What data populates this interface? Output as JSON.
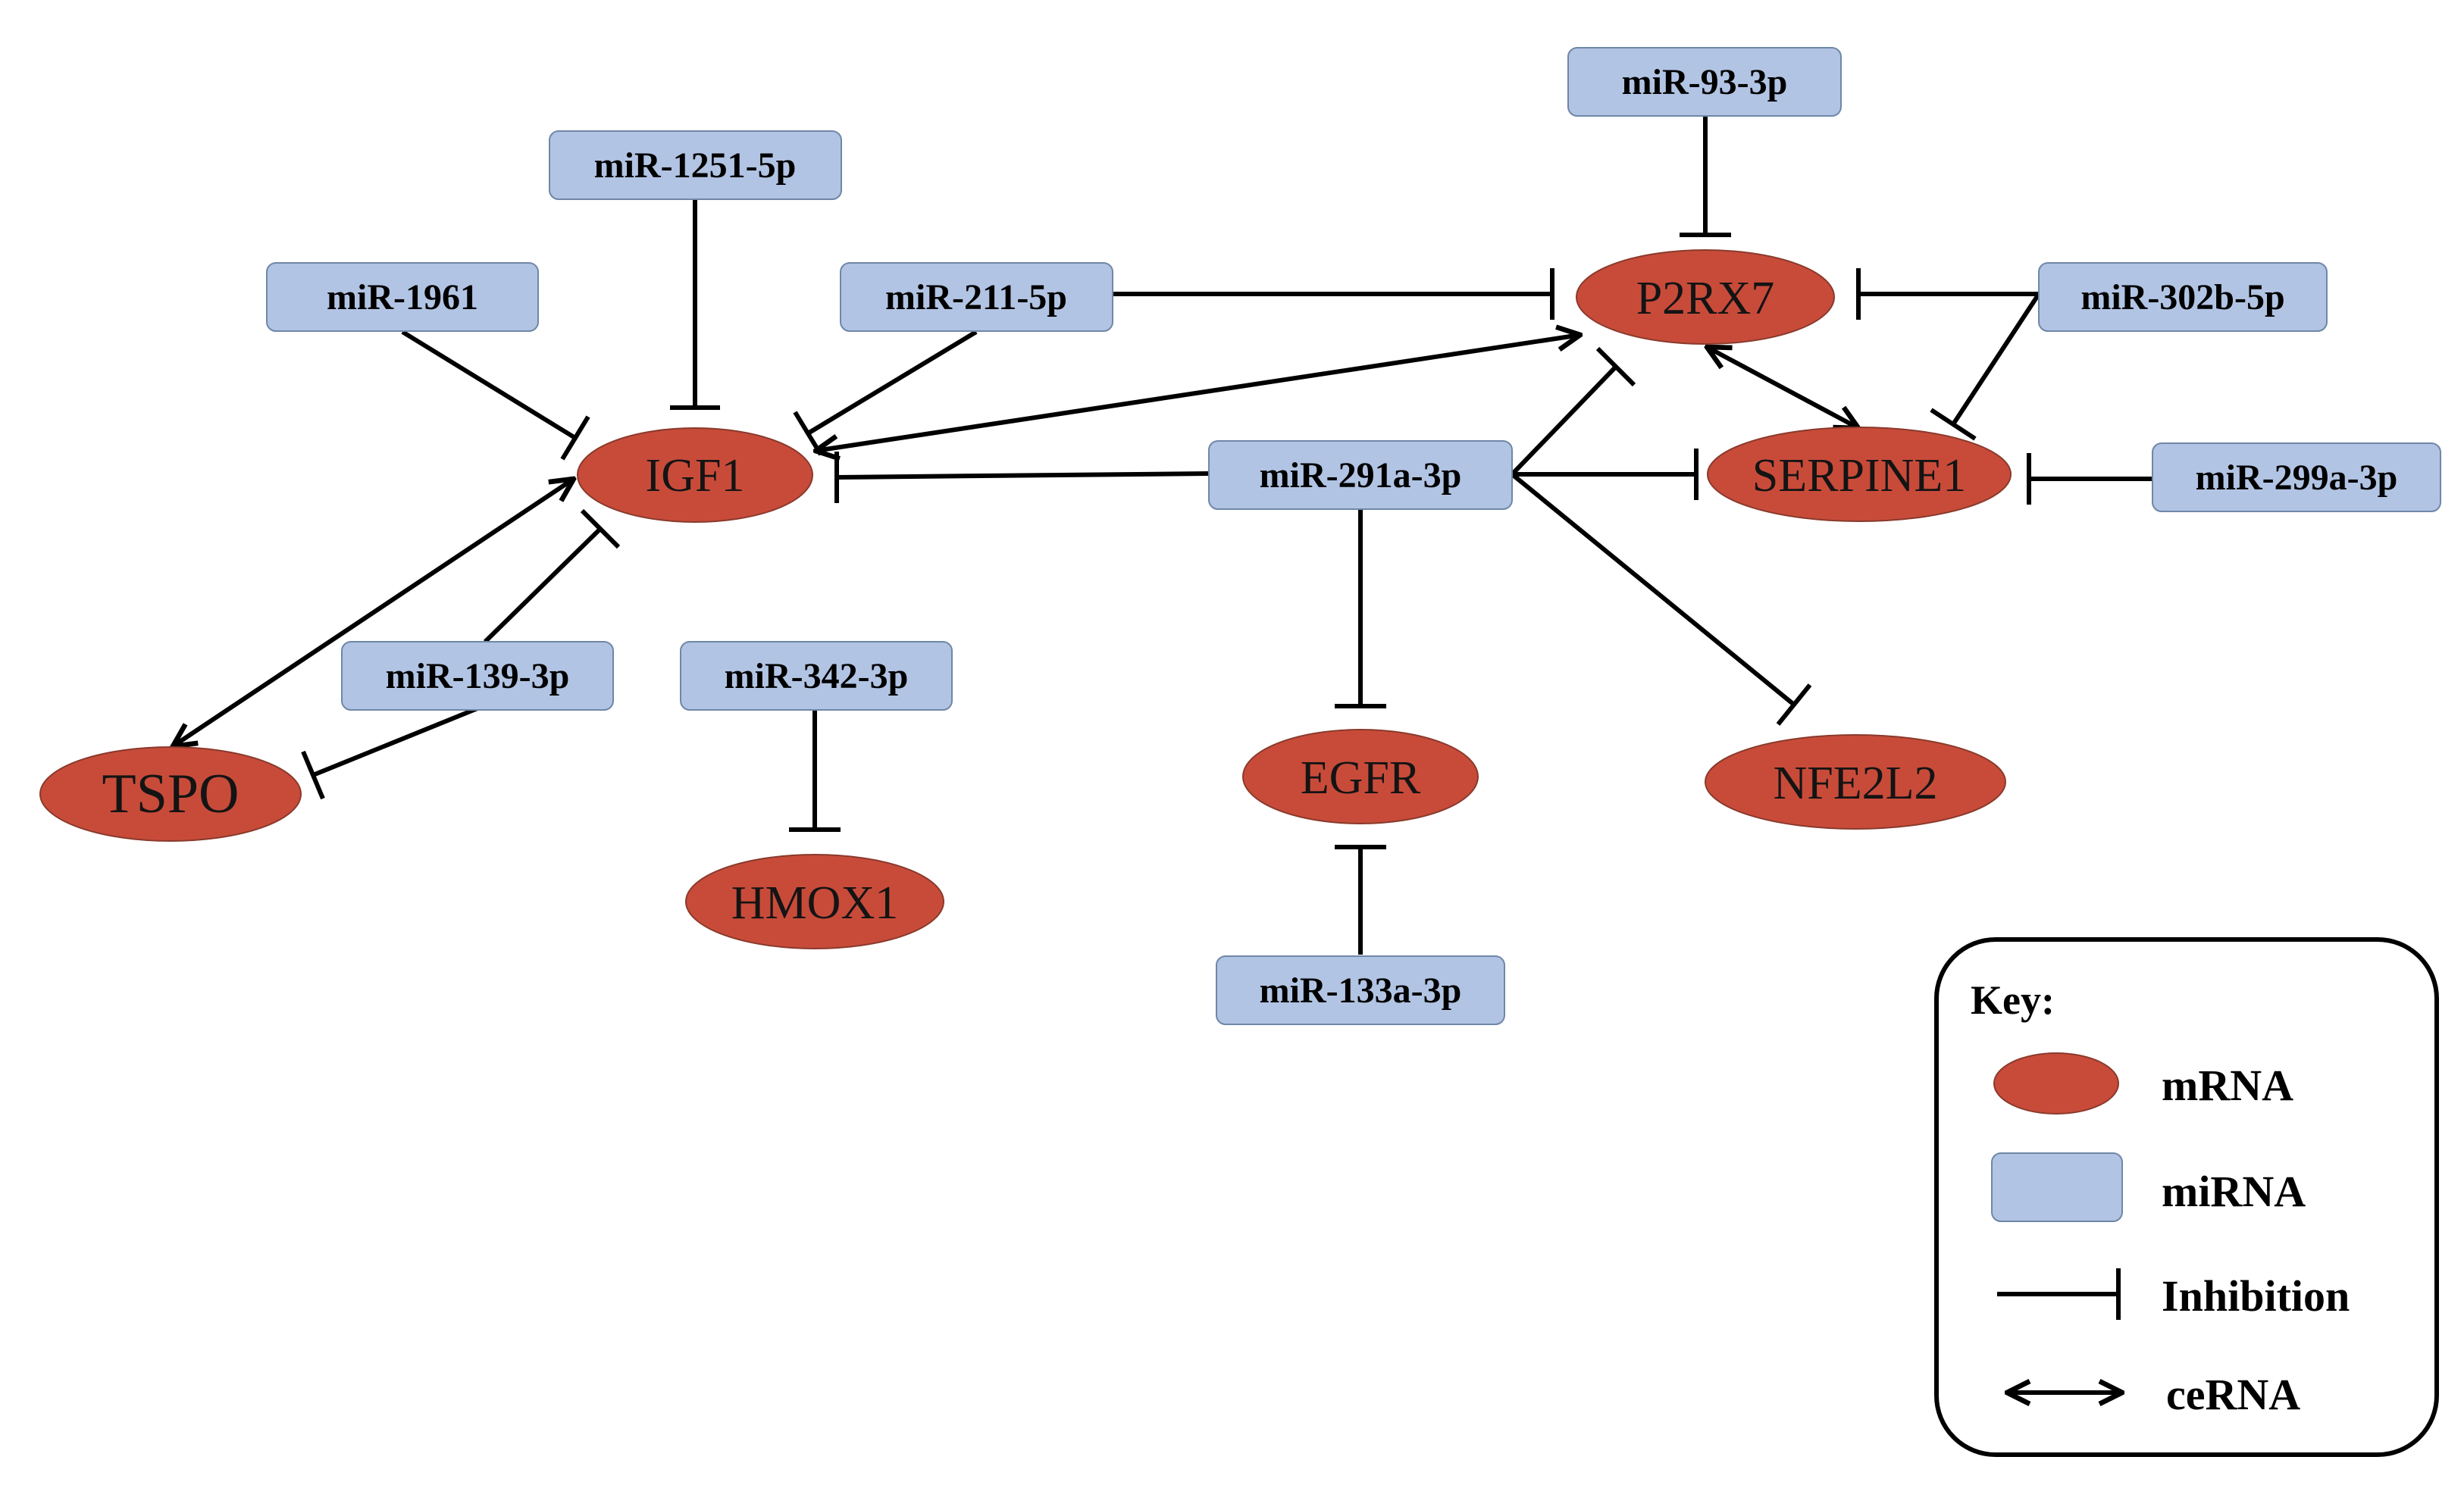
{
  "colors": {
    "mrna": "#c84b3a",
    "mirna": "#b2c4e3",
    "line": "#000000"
  },
  "nodes": {
    "tspo": "TSPO",
    "igf1": "IGF1",
    "hmox1": "HMOX1",
    "egfr": "EGFR",
    "p2rx7": "P2RX7",
    "serpine1": "SERPINE1",
    "nfe2l2": "NFE2L2",
    "mir_1251_5p": "miR-1251-5p",
    "mir_1961": "miR-1961",
    "mir_211_5p": "miR-211-5p",
    "mir_93_3p": "miR-93-3p",
    "mir_302b_5p": "miR-302b-5p",
    "mir_291a_3p": "miR-291a-3p",
    "mir_299a_3p": "miR-299a-3p",
    "mir_139_3p": "miR-139-3p",
    "mir_342_3p": "miR-342-3p",
    "mir_133a_3p": "miR-133a-3p"
  },
  "key": {
    "title": "Key:",
    "mrna_label": "mRNA",
    "mirna_label": "miRNA",
    "inhibition_label": "Inhibition",
    "cerna_label": "ceRNA"
  }
}
